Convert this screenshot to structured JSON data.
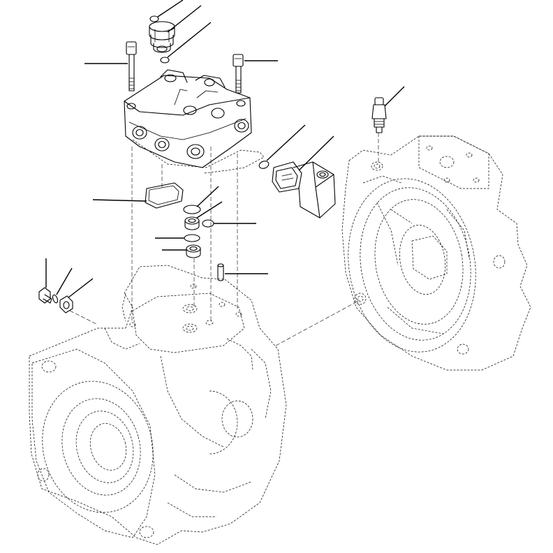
{
  "diagram": {
    "callouts": [
      {
        "id": "oring-top-small"
      },
      {
        "id": "pressure-sensor-plug"
      },
      {
        "id": "oring-top-lower"
      },
      {
        "id": "bolt-left"
      },
      {
        "id": "bolt-right"
      },
      {
        "id": "sensor-fitting-right"
      },
      {
        "id": "oring-solenoid"
      },
      {
        "id": "solenoid-valve"
      },
      {
        "id": "gasket"
      },
      {
        "id": "oring-large"
      },
      {
        "id": "bushing-upper"
      },
      {
        "id": "oring-right-small"
      },
      {
        "id": "oring-middle"
      },
      {
        "id": "bushing-lower"
      },
      {
        "id": "dowel-pin"
      },
      {
        "id": "plug-small"
      },
      {
        "id": "oring-plug"
      },
      {
        "id": "plug-large"
      }
    ]
  }
}
